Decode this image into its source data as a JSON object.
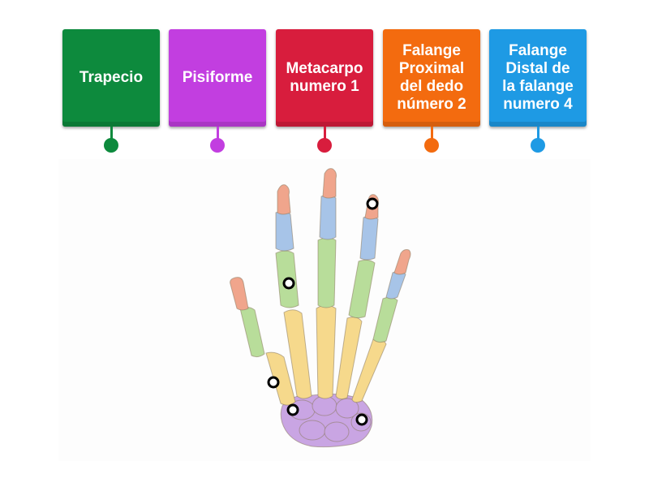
{
  "cards": [
    {
      "label": "Trapecio",
      "color": "#0d8a3d"
    },
    {
      "label": "Pisiforme",
      "color": "#c23ee0"
    },
    {
      "label": "Metacarpo\nnumero 1",
      "color": "#d81d3d"
    },
    {
      "label": "Falange\nProximal\ndel dedo\nnúmero 2",
      "color": "#f36b0f"
    },
    {
      "label": "Falange\nDistal de\nla falange\nnumero 4",
      "color": "#1e9ae4"
    }
  ],
  "image": {
    "subject": "hand-skeleton",
    "bone_colors": {
      "distal_phalanx": "#f0a58c",
      "middle_phalanx": "#a7c4e8",
      "proximal_phalanx": "#b8dd9a",
      "metacarpal": "#f6d98c",
      "carpal": "#c9a5e3"
    }
  }
}
